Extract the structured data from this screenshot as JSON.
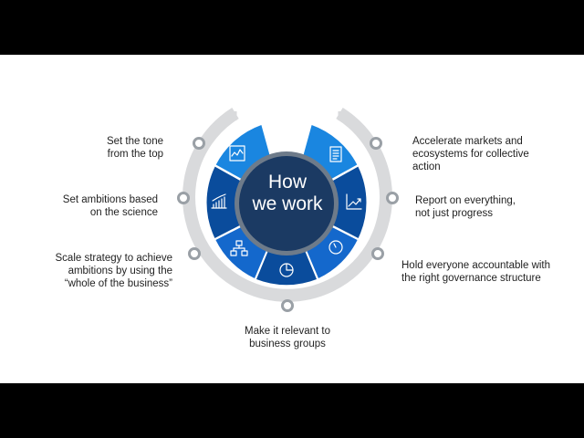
{
  "center": {
    "line1": "How",
    "line2": "we work"
  },
  "labels": {
    "set_tone": {
      "line1": "Set the tone",
      "line2": "from the top"
    },
    "set_ambitions": {
      "line1": "Set ambitions based",
      "line2": "on the science"
    },
    "scale_strategy": {
      "line1": "Scale strategy to achieve",
      "line2": "ambitions by using the",
      "line3": "“whole of the business”"
    },
    "relevant": {
      "line1": "Make it relevant to",
      "line2": "business groups"
    },
    "accelerate": {
      "line1": "Accelerate markets and",
      "line2": "ecosystems for collective",
      "line3": "action"
    },
    "report": {
      "line1": "Report on everything,",
      "line2": "not just progress"
    },
    "accountable": {
      "line1": "Hold everyone accountable with",
      "line2": "the right governance structure"
    }
  },
  "icons": [
    "line-chart-icon",
    "bar-chart-icon",
    "org-chart-icon",
    "pie-chart-icon",
    "gauge-icon",
    "trend-up-icon",
    "document-icon"
  ],
  "colors": {
    "dark_blue": "#0a4c9c",
    "mid_blue": "#1468cc",
    "bright_blue": "#1a86e0",
    "hub": "#1b3a63",
    "hub_ring": "#6e7b8a",
    "track": "#d9dadc",
    "dot_ring": "#9aa0a6"
  }
}
